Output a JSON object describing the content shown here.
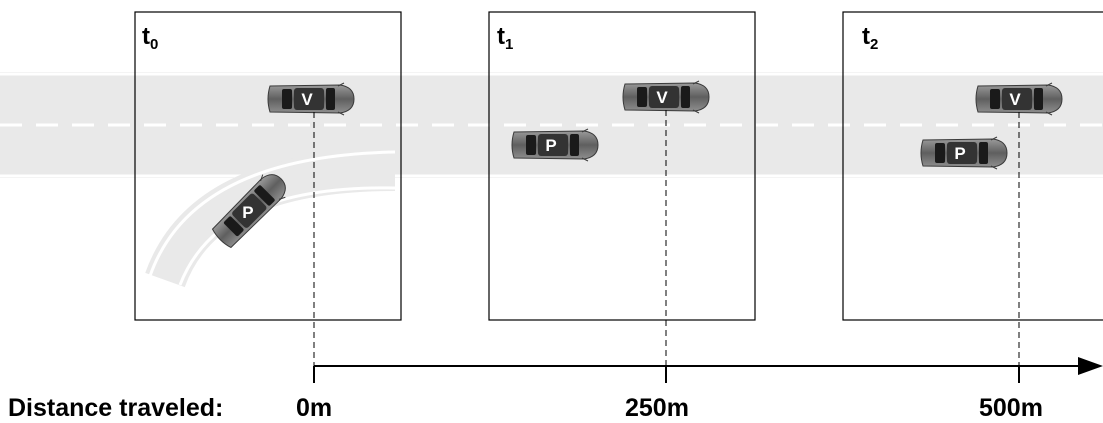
{
  "frames": [
    {
      "label_main": "t",
      "label_sub": "0"
    },
    {
      "label_main": "t",
      "label_sub": "1"
    },
    {
      "label_main": "t",
      "label_sub": "2"
    }
  ],
  "vehicles": {
    "ego_letter": "V",
    "other_letter": "P"
  },
  "axis": {
    "caption": "Distance traveled:",
    "ticks": [
      "0m",
      "250m",
      "500m"
    ]
  },
  "colors": {
    "road": "#e9e9e9",
    "lane_marking": "#ffffff",
    "car_body": "#6e6e6e",
    "car_window": "#1a1a1a",
    "frame_border": "#000000"
  }
}
